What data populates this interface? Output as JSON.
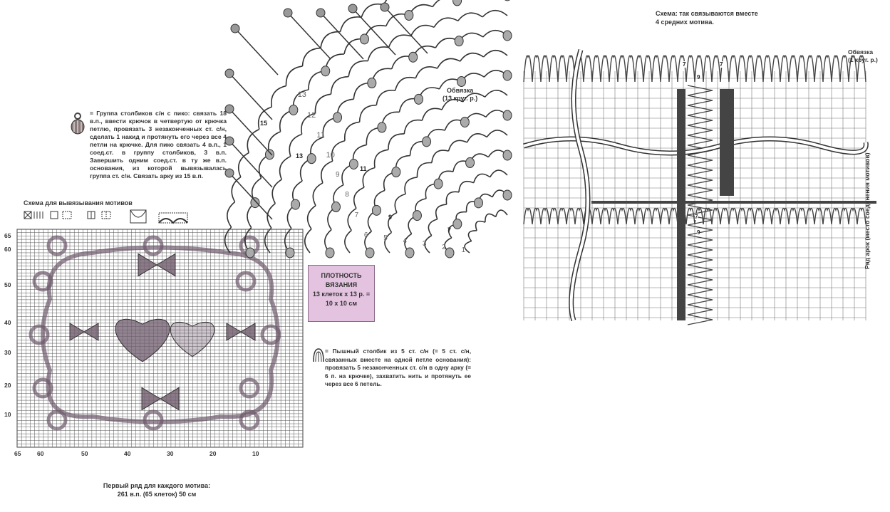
{
  "fan_diagram": {
    "edging_label": "Обвязка",
    "edging_rounds": "(13 круг. р.)",
    "row_numbers": [
      "1",
      "2",
      "3",
      "4",
      "5",
      "6",
      "7",
      "8",
      "9",
      "10",
      "11",
      "12",
      "13"
    ],
    "arc_counts": [
      "15",
      "13",
      "11",
      "9",
      "7"
    ]
  },
  "picot_note": {
    "icon": "cluster-with-picot-icon",
    "text": "= Группа столбиков с/н с пико: связать 18 в.п., ввести крючок в четвертую от крючка петлю, провязать 3 незаконченных ст. с/н, сделать 1 накид и протянуть его через все 4 петли на крючке. Для пико связать 4 в.п., 1 соед.ст. в группу столбиков, 3 в.п. Завершить одним соед.ст. в ту же в.п. основания, из которой вывязывалась группа ст. с/н. Связать арку из 15 в.п."
  },
  "motif_legend": {
    "title": "Схема для вывязывания мотивов",
    "symbols": [
      "filled-square-icon",
      "empty-square-icon",
      "half-square-icon",
      "arch-icon"
    ]
  },
  "chart_grid": {
    "y_ticks": [
      "65",
      "60",
      "50",
      "40",
      "30",
      "20",
      "10"
    ],
    "x_ticks": [
      "65",
      "60",
      "50",
      "40",
      "30",
      "20",
      "10"
    ],
    "columns": 65,
    "rows": 65,
    "fill_color": "#6e5a6c"
  },
  "density_box": {
    "title_1": "ПЛОТНОСТЬ",
    "title_2": "ВЯЗАНИЯ",
    "line_1": "13 клеток х 13 р. =",
    "line_2": "10 х 10 см",
    "color": "#e3c3df"
  },
  "puff_note": {
    "icon": "puff-stitch-icon",
    "text": "= Пышный столбик из 5 ст. с/н (= 5 ст. с/н, связанных вместе на одной петле основания): провязать 5 незаконченных ст. с/н в одну арку (= 6 п. на крючке), захватить нить и протянуть ее через все 6 петель."
  },
  "first_row_caption": {
    "line_1": "Первый ряд для каждого мотива:",
    "line_2": "261 в.п. (65 клеток) 50 см"
  },
  "join_diagram": {
    "title_1": "Схема: так связываются вместе",
    "title_2": "4 средних мотива.",
    "edging_label": "Обвязка",
    "edging_rounds": "(1 круг. р.)",
    "side_label": "Ряд арок (место соединения мотивов)",
    "counts": [
      "7",
      "9"
    ]
  }
}
